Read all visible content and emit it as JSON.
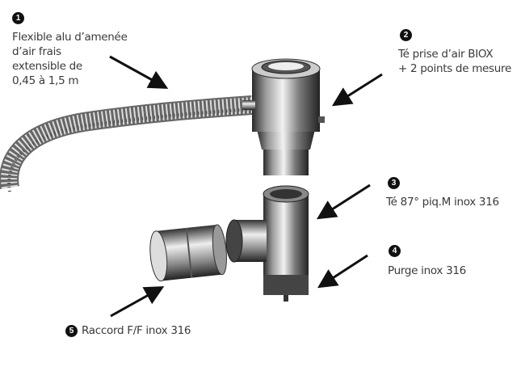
{
  "callouts": [
    {
      "number": "1",
      "lines": [
        "Flexible alu d’amenée",
        "d’air frais",
        "extensible de",
        "0,45 à 1,5 m"
      ]
    },
    {
      "number": "2",
      "lines": [
        "Té prise d’air BIOX",
        "+ 2 points de mesure"
      ]
    },
    {
      "number": "3",
      "lines": [
        "Té 87° piq.M inox 316"
      ]
    },
    {
      "number": "4",
      "lines": [
        "Purge inox 316"
      ]
    },
    {
      "number": "5",
      "lines": [
        "Raccord F/F inox 316"
      ]
    }
  ]
}
